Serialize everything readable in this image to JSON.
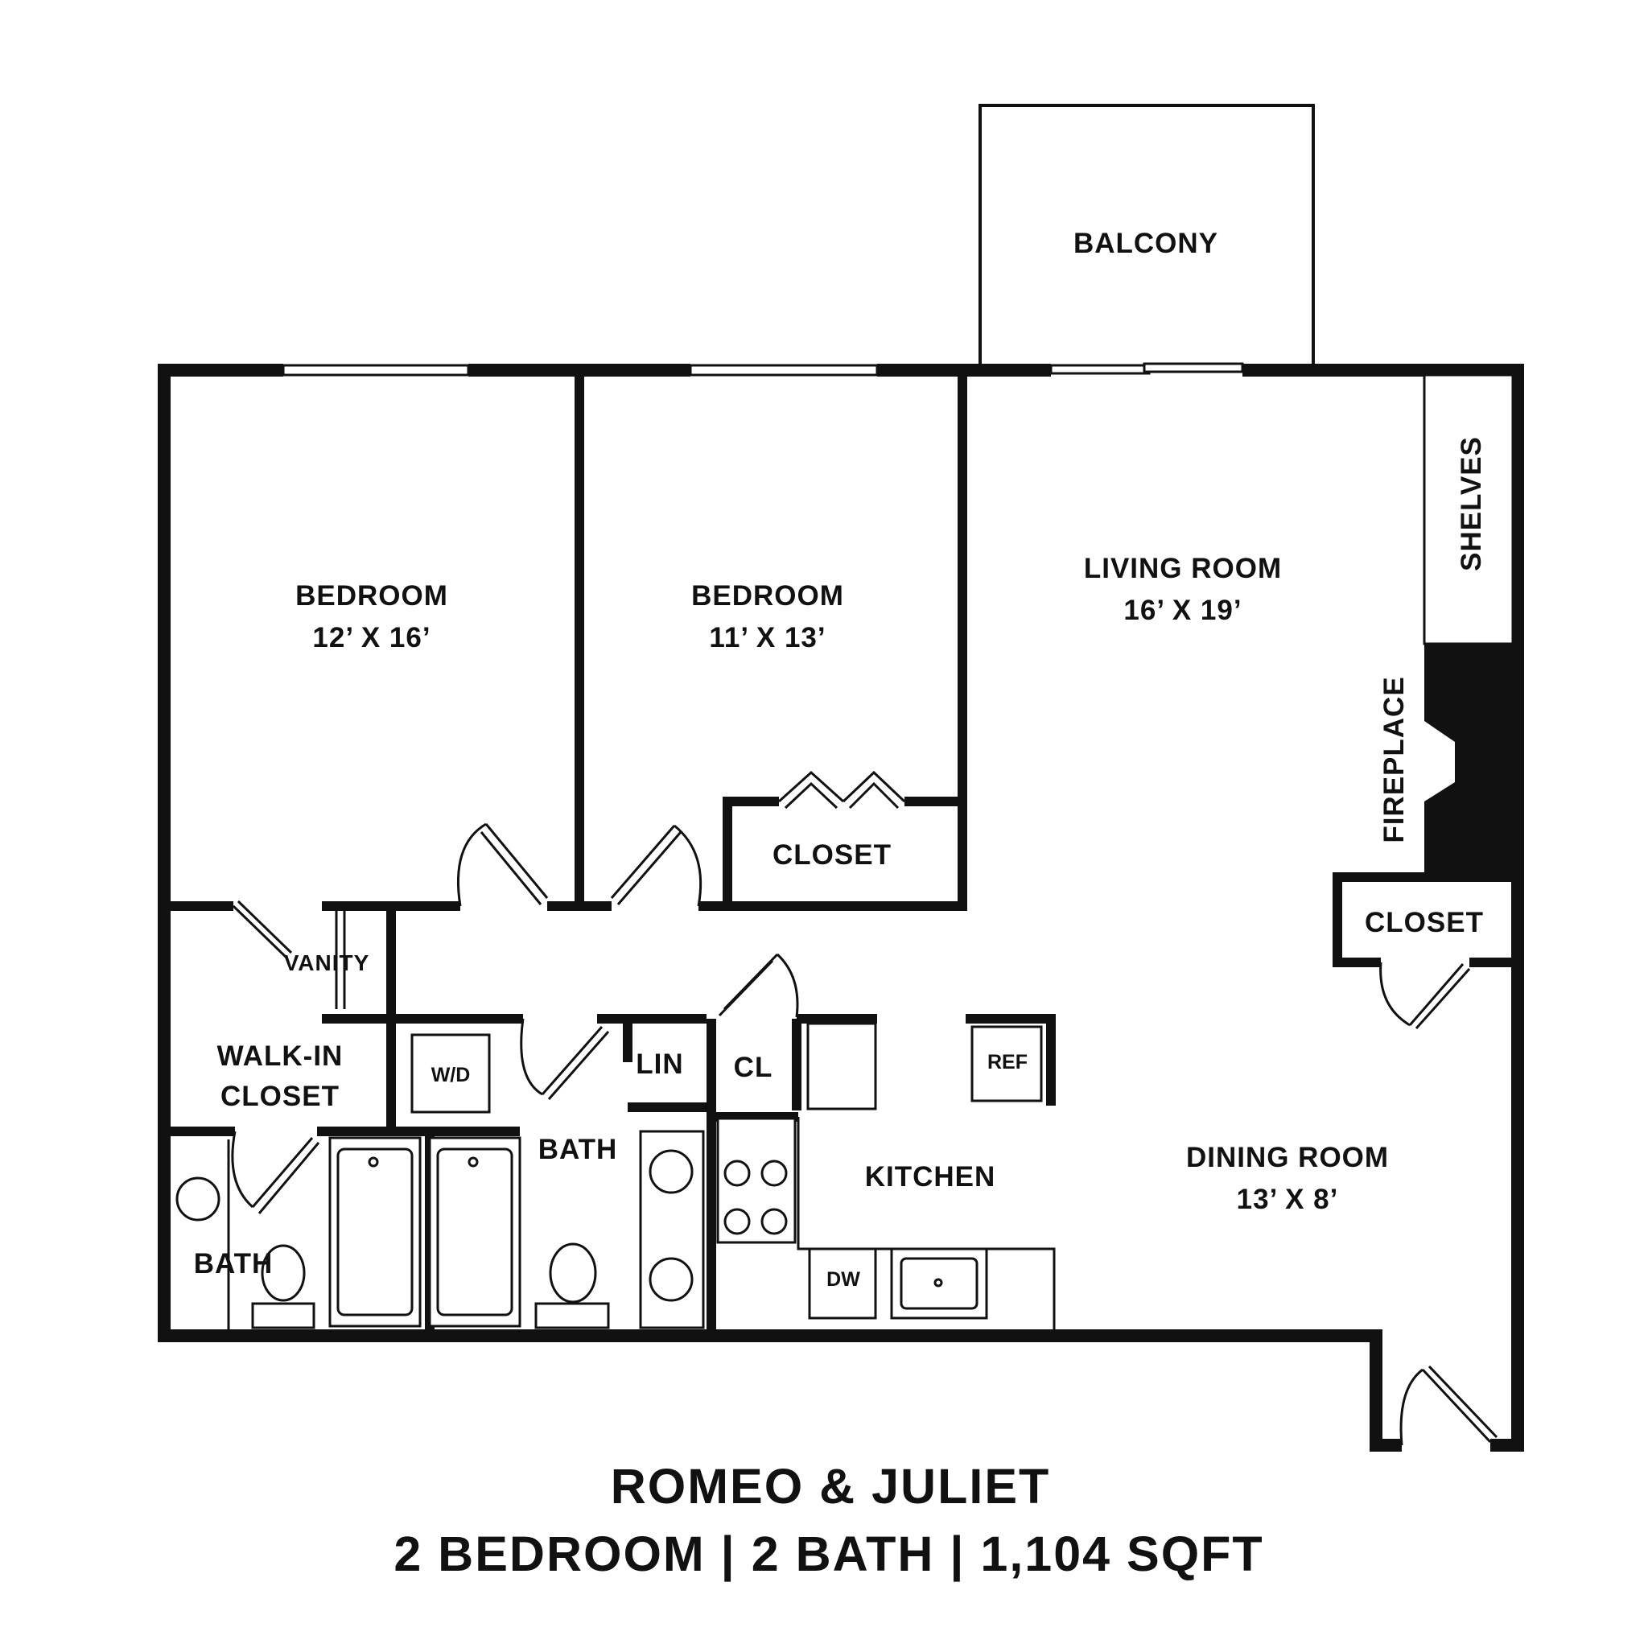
{
  "rooms": {
    "balcony": "BALCONY",
    "bedroom1": {
      "name": "BEDROOM",
      "size": "12’ X 16’"
    },
    "bedroom2": {
      "name": "BEDROOM",
      "size": "11’ X 13’"
    },
    "living": {
      "name": "LIVING ROOM",
      "size": "16’ X 19’"
    },
    "shelves": "SHELVES",
    "fireplace": "FIREPLACE",
    "closet_bedroom2": "CLOSET",
    "closet_entry": "CLOSET",
    "vanity": "VANITY",
    "walkin_line1": "WALK-IN",
    "walkin_line2": "CLOSET",
    "wd": "W/D",
    "lin": "LIN",
    "cl": "CL",
    "ref": "REF",
    "bath_main": "BATH",
    "bath_master": "BATH",
    "kitchen": "KITCHEN",
    "dw": "DW",
    "dining": {
      "name": "DINING ROOM",
      "size": "13’ X 8’"
    }
  },
  "title": {
    "name": "ROMEO & JULIET",
    "details": "2 BEDROOM | 2 BATH | 1,104 SQFT"
  }
}
